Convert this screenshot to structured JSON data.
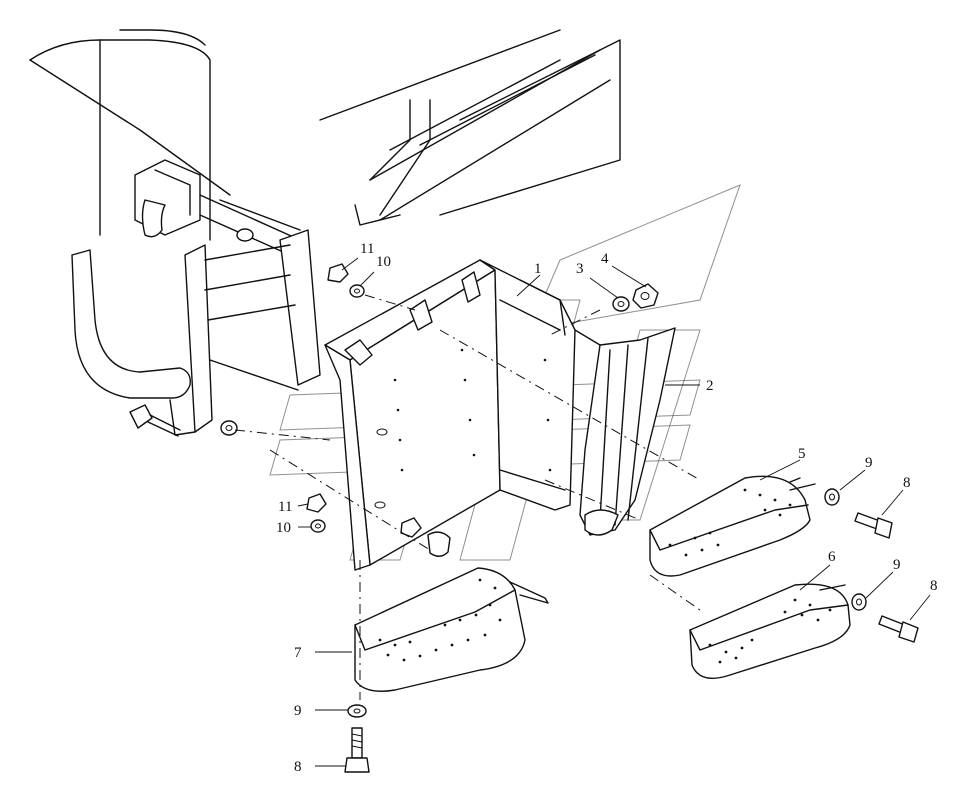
{
  "callouts": {
    "c1": "1",
    "c2": "2",
    "c3": "3",
    "c4": "4",
    "c5": "5",
    "c6": "6",
    "c7": "7",
    "c8a": "8",
    "c8b": "8",
    "c8c": "8",
    "c9a": "9",
    "c9b": "9",
    "c9c": "9",
    "c10a": "10",
    "c10b": "10",
    "c11a": "11",
    "c11b": "11"
  }
}
